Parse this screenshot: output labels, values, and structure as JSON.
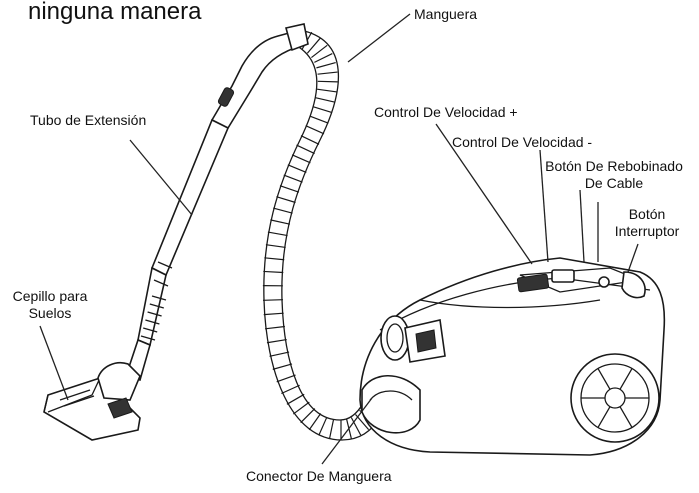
{
  "heading": "ninguna manera",
  "labels": {
    "manguera": "Manguera",
    "tubo": "Tubo de Extensión",
    "vel_plus": "Control De Velocidad +",
    "vel_minus": "Control De Velocidad -",
    "rebobinado_1": "Botón De Rebobinado",
    "rebobinado_2": "De Cable",
    "interruptor_1": "Botón",
    "interruptor_2": "Interruptor",
    "cepillo_1": "Cepillo para",
    "cepillo_2": "Suelos",
    "conector": "Conector De Manguera"
  },
  "colors": {
    "ink": "#1a1a1a",
    "background": "#ffffff"
  }
}
